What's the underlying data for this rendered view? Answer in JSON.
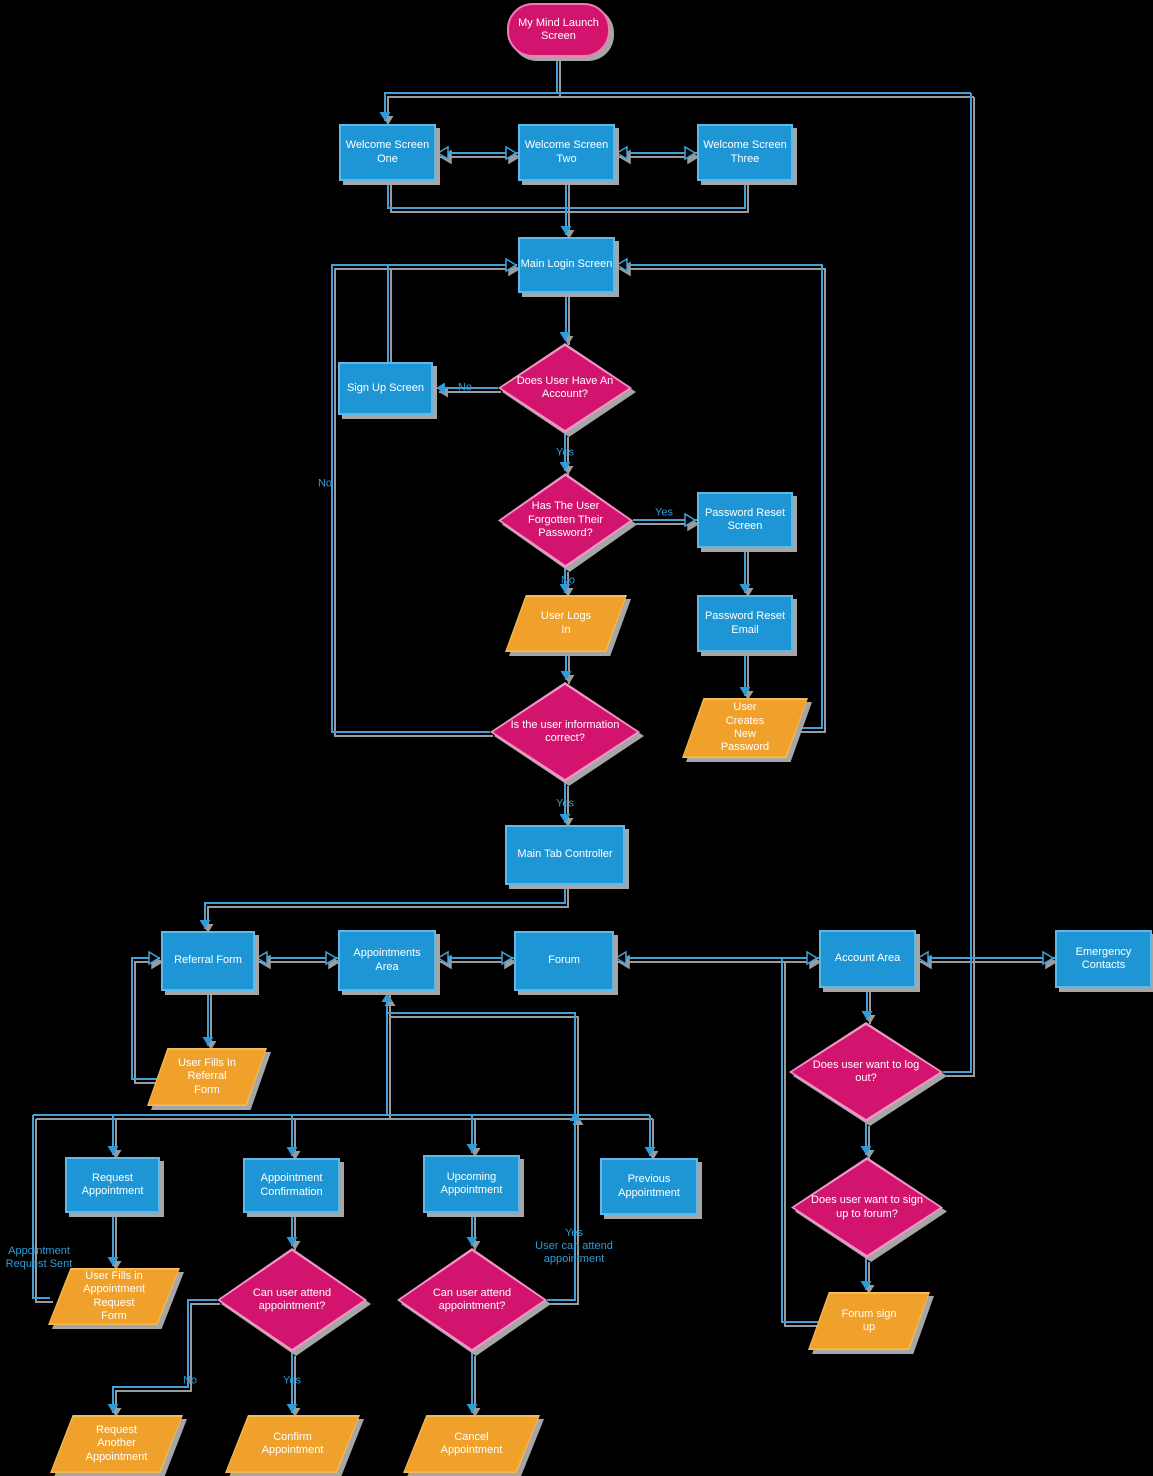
{
  "diagram": {
    "title": "My Mind app flowchart",
    "colors": {
      "screen_fill": "#1E96D6",
      "decision_fill": "#D2146E",
      "io_fill": "#F0A12C",
      "connector": "#3FA2DB",
      "edge_label_text": "#2E9CD9",
      "shadow": "#A6A6A6"
    },
    "nodes": {
      "launch": {
        "shape": "start",
        "label": "My Mind Launch\nScreen"
      },
      "welcome1": {
        "shape": "screen",
        "label": "Welcome Screen\nOne"
      },
      "welcome2": {
        "shape": "screen",
        "label": "Welcome Screen\nTwo"
      },
      "welcome3": {
        "shape": "screen",
        "label": "Welcome Screen\nThree"
      },
      "mainLogin": {
        "shape": "screen",
        "label": "Main Login Screen"
      },
      "signup": {
        "shape": "screen",
        "label": "Sign Up Screen"
      },
      "dAccount": {
        "shape": "decision",
        "label": "Does User Have An\nAccount?"
      },
      "dForgot": {
        "shape": "decision",
        "label": "Has The User\nForgotten Their\nPassword?"
      },
      "resetScreen": {
        "shape": "screen",
        "label": "Password Reset\nScreen"
      },
      "resetEmail": {
        "shape": "screen",
        "label": "Password Reset\nEmail"
      },
      "userLogsIn": {
        "shape": "io",
        "label": "User Logs\nIn"
      },
      "userCreatesNewPw": {
        "shape": "io",
        "label": "User\nCreates\nNew\nPassword"
      },
      "dInfoCorrect": {
        "shape": "decision",
        "label": "Is the user information\ncorrect?"
      },
      "mainTab": {
        "shape": "screen",
        "label": "Main Tab Controller"
      },
      "referral": {
        "shape": "screen",
        "label": "Referral Form"
      },
      "appointments": {
        "shape": "screen",
        "label": "Appointments\nArea"
      },
      "forum": {
        "shape": "screen",
        "label": "Forum"
      },
      "account": {
        "shape": "screen",
        "label": "Account Area"
      },
      "emergency": {
        "shape": "screen",
        "label": "Emergency\nContacts"
      },
      "userFillsReferral": {
        "shape": "io",
        "label": "User Fills In\nReferral\nForm"
      },
      "requestAppt": {
        "shape": "screen",
        "label": "Request\nAppointment"
      },
      "apptConfirmation": {
        "shape": "screen",
        "label": "Appointment\nConfirmation"
      },
      "upcomingAppt": {
        "shape": "screen",
        "label": "Upcoming\nAppointment"
      },
      "previousAppt": {
        "shape": "screen",
        "label": "Previous\nAppointment"
      },
      "userFillsApptReq": {
        "shape": "io",
        "label": "User Fills in\nAppointment\nRequest\nForm"
      },
      "dCanAttend1": {
        "shape": "decision",
        "label": "Can user attend\nappointment?"
      },
      "dCanAttend2": {
        "shape": "decision",
        "label": "Can user attend\nappointment?"
      },
      "dLogout": {
        "shape": "decision",
        "label": "Does user want to log\nout?"
      },
      "dForumSignup": {
        "shape": "decision",
        "label": "Does user want to sign\nup to forum?"
      },
      "forumSignup": {
        "shape": "io",
        "label": "Forum sign\nup"
      },
      "requestAnother": {
        "shape": "io",
        "label": "Request\nAnother\nAppointment"
      },
      "confirmAppt": {
        "shape": "io",
        "label": "Confirm\nAppointment"
      },
      "cancelAppt": {
        "shape": "io",
        "label": "Cancel\nAppointment"
      }
    },
    "edge_labels": {
      "account_no": "No",
      "account_yes": "Yes",
      "forgot_yes": "Yes",
      "forgot_no": "No",
      "info_no": "No",
      "info_yes": "Yes",
      "appt_sent": "Appointment\nRequest Sent",
      "attend1_no": "No",
      "attend1_yes": "Yes",
      "attend2_yes": "Yes\nUser can attend\nappointment"
    }
  }
}
